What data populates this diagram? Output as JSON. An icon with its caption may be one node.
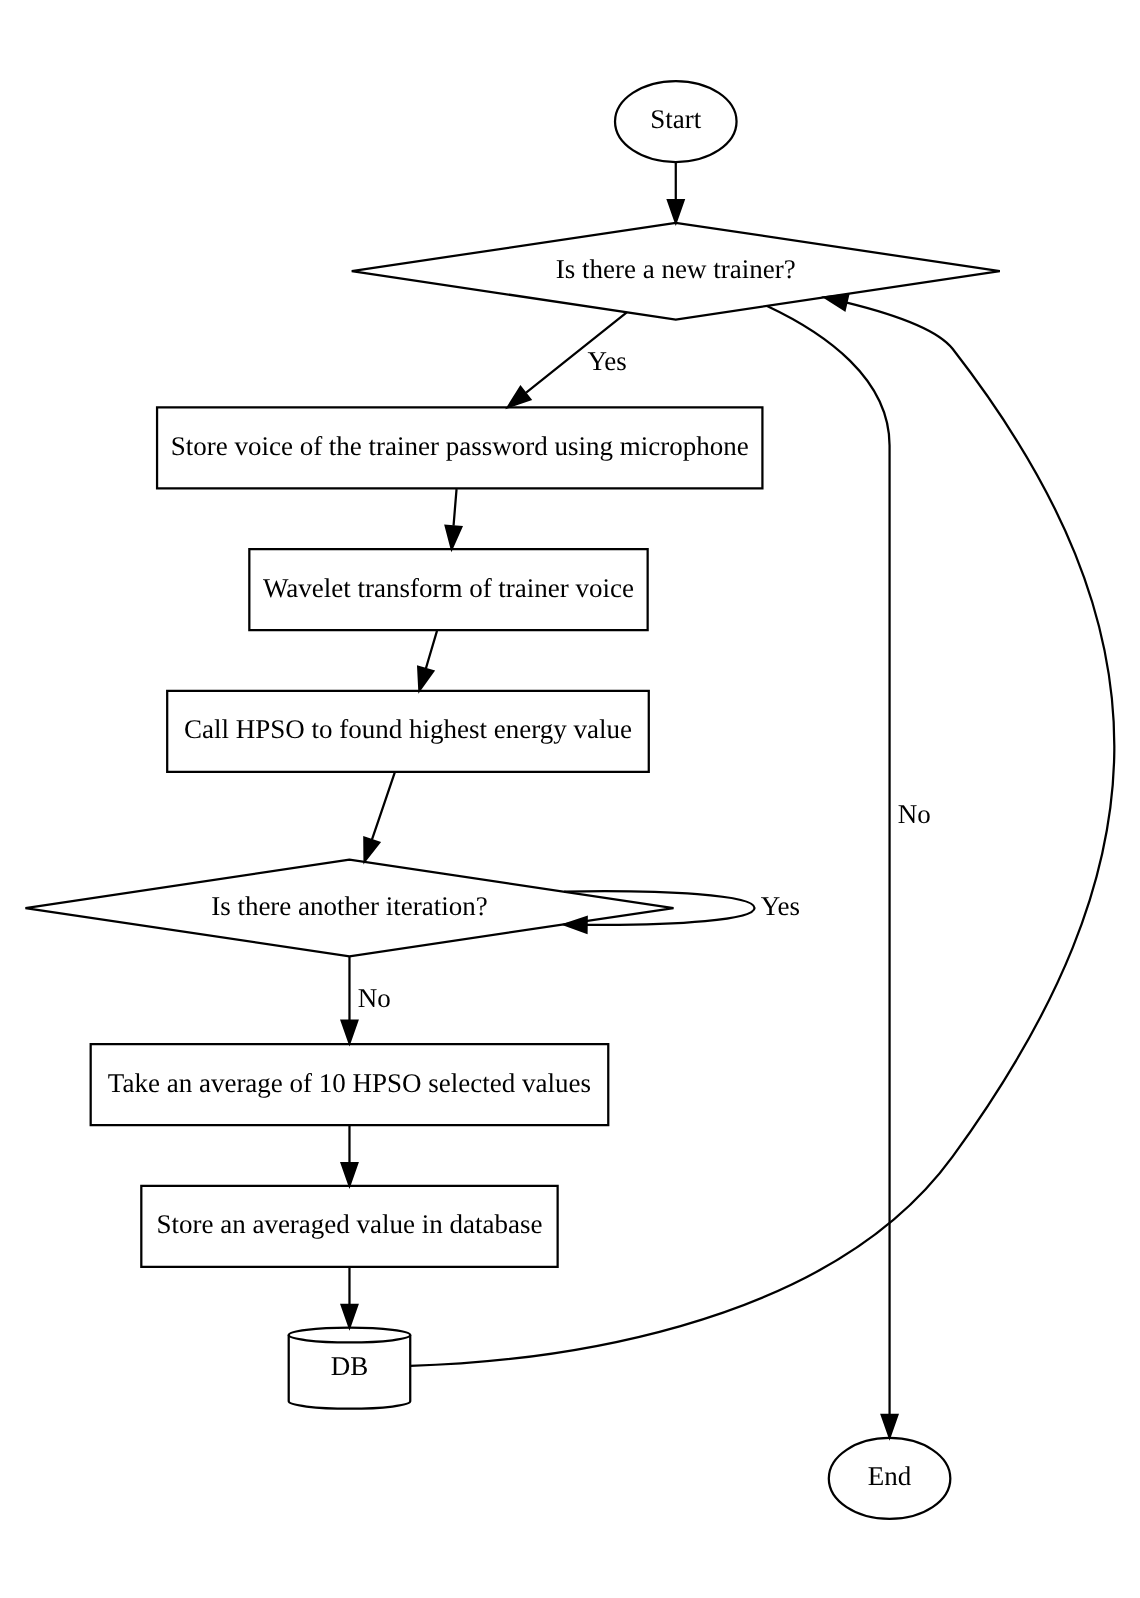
{
  "diagram": {
    "nodes": [
      {
        "text": [
          "Start"
        ]
      },
      {
        "text": [
          "Is there a new trainer?"
        ]
      },
      {
        "text": [
          "Store voice of the trainer password using microphone"
        ]
      },
      {
        "text": [
          "Wavelet transform of trainer voice"
        ]
      },
      {
        "text": [
          "Call HPSO to found highest energy value"
        ]
      },
      {
        "text": [
          "Is there another iteration?"
        ]
      },
      {
        "text": [
          "Take an average of 10 HPSO selected values"
        ]
      },
      {
        "text": [
          "Store an averaged value in database"
        ]
      },
      {
        "text": [
          "DB"
        ]
      },
      {
        "text": [
          "End"
        ]
      }
    ],
    "edges": [
      {
        "from": 0,
        "to": 1,
        "arrow": "to"
      },
      {
        "from": 1,
        "to": 2,
        "arrow": "to",
        "label": "Yes"
      },
      {
        "from": 2,
        "to": 3,
        "arrow": "to"
      },
      {
        "from": 3,
        "to": 4,
        "arrow": "to"
      },
      {
        "from": 4,
        "to": 5,
        "arrow": "to"
      },
      {
        "from": 5,
        "to": 5,
        "arrow": "to",
        "label": "Yes"
      },
      {
        "from": 5,
        "to": 6,
        "arrow": "to",
        "label": "No"
      },
      {
        "from": 6,
        "to": 7,
        "arrow": "to"
      },
      {
        "from": 7,
        "to": 8,
        "arrow": "to"
      },
      {
        "from": 8,
        "to": 1,
        "arrow": "to"
      },
      {
        "from": 1,
        "to": 9,
        "arrow": "to",
        "label": "No"
      }
    ]
  }
}
